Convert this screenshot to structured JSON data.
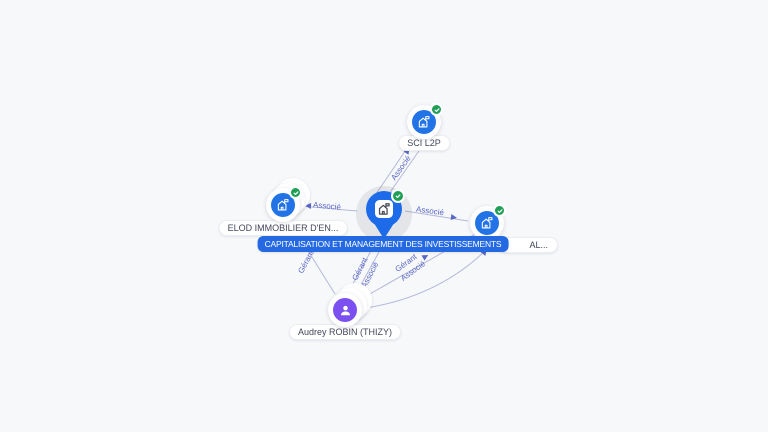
{
  "app": {
    "type": "company-network-graph",
    "background": "#f7f8fa"
  },
  "colors": {
    "company_icon_bg": "#2273e6",
    "person_icon_bg": "#7b4ff0",
    "verified_badge_green": "#1f9f56",
    "edge_line": "#b4b8da",
    "edge_label_text": "#5966c6",
    "selected_label_bg": "#2469e2",
    "selected_label_text": "#ffffff",
    "node_label_text": "#42465a"
  },
  "nodes": {
    "sci_l2p": {
      "label": "SCI L2P",
      "type": "company",
      "icon": "company-building-icon",
      "verified": true
    },
    "elod": {
      "label": "ELOD IMMOBILIER D'EN...",
      "type": "company",
      "icon": "company-building-icon",
      "verified": true
    },
    "capman": {
      "label": "CAPITALISATION ET MANAGEMENT DES INVESTISSEMENTS",
      "type": "company",
      "icon": "company-building-icon",
      "verified": true,
      "selected": true
    },
    "right_company": {
      "label": "AL...",
      "type": "company",
      "icon": "company-building-icon",
      "verified": true
    },
    "audrey": {
      "label": "Audrey ROBIN (THIZY)",
      "type": "person",
      "icon": "person-icon"
    }
  },
  "edges": {
    "capman_elod": {
      "label": "Associé"
    },
    "capman_sci": {
      "label": "Associé"
    },
    "capman_right": {
      "label": "Associé"
    },
    "audrey_elod": {
      "label": "Gérant"
    },
    "audrey_capman": {
      "labels": [
        "Gérant",
        "Associé"
      ]
    },
    "audrey_right": {
      "labels": [
        "Gérant",
        "Associé"
      ]
    }
  }
}
